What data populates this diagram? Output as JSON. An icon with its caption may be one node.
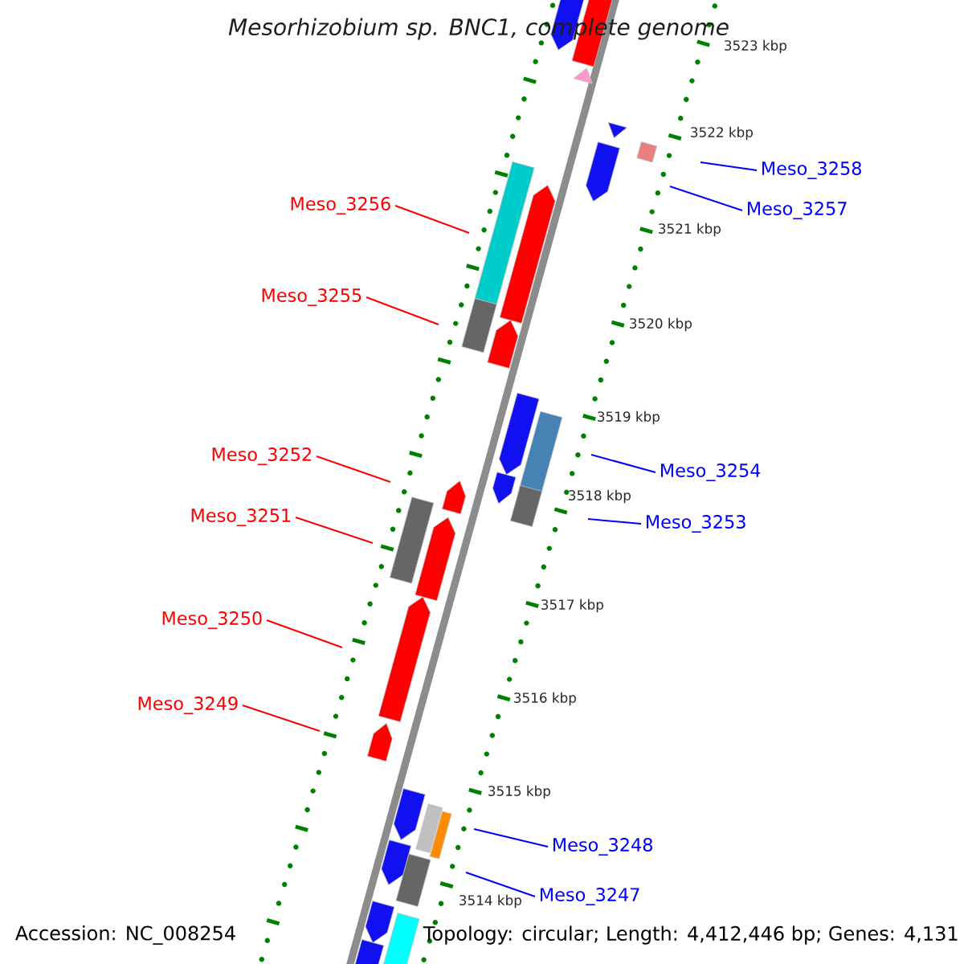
{
  "diagram": {
    "title": "Mesorhizobium sp. BNC1, complete genome",
    "nodes": [
      {
        "text": [
          "Meso_3258"
        ]
      },
      {
        "text": [
          "Meso_3256"
        ]
      },
      {
        "text": [
          "Meso_3257"
        ]
      },
      {
        "text": [
          "Meso_3255"
        ]
      },
      {
        "text": [
          "Meso_3252"
        ]
      },
      {
        "text": [
          "Meso_3254"
        ]
      },
      {
        "text": [
          "Meso_3251"
        ]
      },
      {
        "text": [
          "Meso_3253"
        ]
      },
      {
        "text": [
          "Meso_3250"
        ]
      },
      {
        "text": [
          "Meso_3249"
        ]
      },
      {
        "text": [
          "Meso_3248"
        ]
      },
      {
        "text": [
          "Meso_3247"
        ]
      }
    ],
    "edges": [
      {
        "from": 0,
        "to": null,
        "arrow": "none",
        "color": "#0000ff"
      },
      {
        "from": 1,
        "to": null,
        "arrow": "none",
        "color": "#ff0000"
      },
      {
        "from": 2,
        "to": null,
        "arrow": "none",
        "color": "#0000ff"
      },
      {
        "from": 3,
        "to": null,
        "arrow": "none",
        "color": "#ff0000"
      },
      {
        "from": 4,
        "to": null,
        "arrow": "none",
        "color": "#ff0000"
      },
      {
        "from": 5,
        "to": null,
        "arrow": "none",
        "color": "#0000ff"
      },
      {
        "from": 6,
        "to": null,
        "arrow": "none",
        "color": "#ff0000"
      },
      {
        "from": 7,
        "to": null,
        "arrow": "none",
        "color": "#0000ff"
      },
      {
        "from": 8,
        "to": null,
        "arrow": "none",
        "color": "#ff0000"
      },
      {
        "from": 9,
        "to": null,
        "arrow": "none",
        "color": "#ff0000"
      },
      {
        "from": 10,
        "to": null,
        "arrow": "none",
        "color": "#0000ff"
      },
      {
        "from": 11,
        "to": null,
        "arrow": "none",
        "color": "#0000ff"
      }
    ],
    "labels": [
      "3523 kbp",
      "3522 kbp",
      "3521 kbp",
      "3520 kbp",
      "3519 kbp",
      "3518 kbp",
      "3517 kbp",
      "3516 kbp",
      "3515 kbp",
      "3514 kbp",
      "Accession: NC_008254",
      "Topology: circular; Length: 4,412,446 bp; Genes: 4,131"
    ]
  }
}
